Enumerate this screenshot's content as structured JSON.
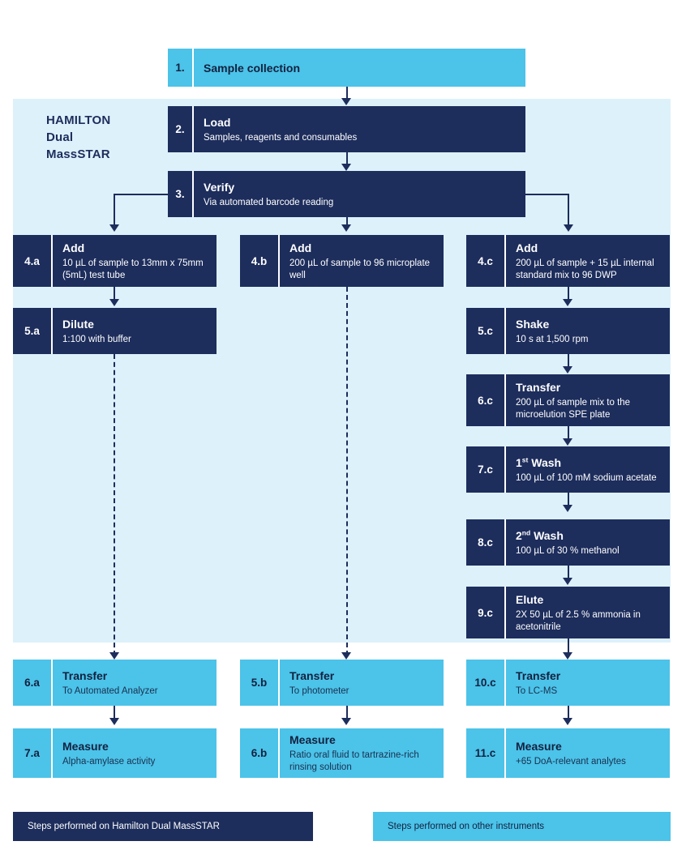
{
  "panel": {
    "label": "HAMILTON\nDual\nMassSTAR"
  },
  "steps": {
    "s1": {
      "num": "1.",
      "title": "Sample collection",
      "desc": ""
    },
    "s2": {
      "num": "2.",
      "title": "Load",
      "desc": "Samples, reagents and consumables"
    },
    "s3": {
      "num": "3.",
      "title": "Verify",
      "desc": "Via automated barcode reading"
    },
    "s4a": {
      "num": "4.a",
      "title": "Add",
      "desc": "10 µL of sample to 13mm x 75mm (5mL) test tube"
    },
    "s5a": {
      "num": "5.a",
      "title": "Dilute",
      "desc": "1:100 with buffer"
    },
    "s6a": {
      "num": "6.a",
      "title": "Transfer",
      "desc": "To Automated Analyzer"
    },
    "s7a": {
      "num": "7.a",
      "title": "Measure",
      "desc": "Alpha-amylase activity"
    },
    "s4b": {
      "num": "4.b",
      "title": "Add",
      "desc": "200 µL of sample to 96 microplate well"
    },
    "s5b": {
      "num": "5.b",
      "title": "Transfer",
      "desc": "To photometer"
    },
    "s6b": {
      "num": "6.b",
      "title": "Measure",
      "desc": "Ratio oral fluid to tartrazine-rich rinsing solution"
    },
    "s4c": {
      "num": "4.c",
      "title": "Add",
      "desc": "200 µL of sample + 15 µL internal standard mix to 96 DWP"
    },
    "s5c": {
      "num": "5.c",
      "title": "Shake",
      "desc": "10 s at 1,500 rpm"
    },
    "s6c": {
      "num": "6.c",
      "title": "Transfer",
      "desc": "200 µL of sample mix to the microelution SPE plate"
    },
    "s7c": {
      "num": "7.c",
      "title": "1st Wash",
      "title_base": "1",
      "title_sup": "st",
      "title_rest": " Wash",
      "desc": "100 µL of 100 mM sodium acetate"
    },
    "s8c": {
      "num": "8.c",
      "title": "2nd Wash",
      "title_base": "2",
      "title_sup": "nd",
      "title_rest": " Wash",
      "desc": "100 µL of 30 % methanol"
    },
    "s9c": {
      "num": "9.c",
      "title": "Elute",
      "desc": "2X 50 µL of 2.5 % ammonia in acetonitrile"
    },
    "s10c": {
      "num": "10.c",
      "title": "Transfer",
      "desc": "To LC-MS"
    },
    "s11c": {
      "num": "11.c",
      "title": "Measure",
      "desc": "+65 DoA-relevant analytes"
    }
  },
  "legend": {
    "dark": "Steps performed on Hamilton Dual MassSTAR",
    "light": "Steps performed on other instruments"
  },
  "colors": {
    "dark_navy": "#1d2d5c",
    "light_blue": "#4cc3e9",
    "panel_bg": "#ddf1fb",
    "white": "#ffffff"
  }
}
